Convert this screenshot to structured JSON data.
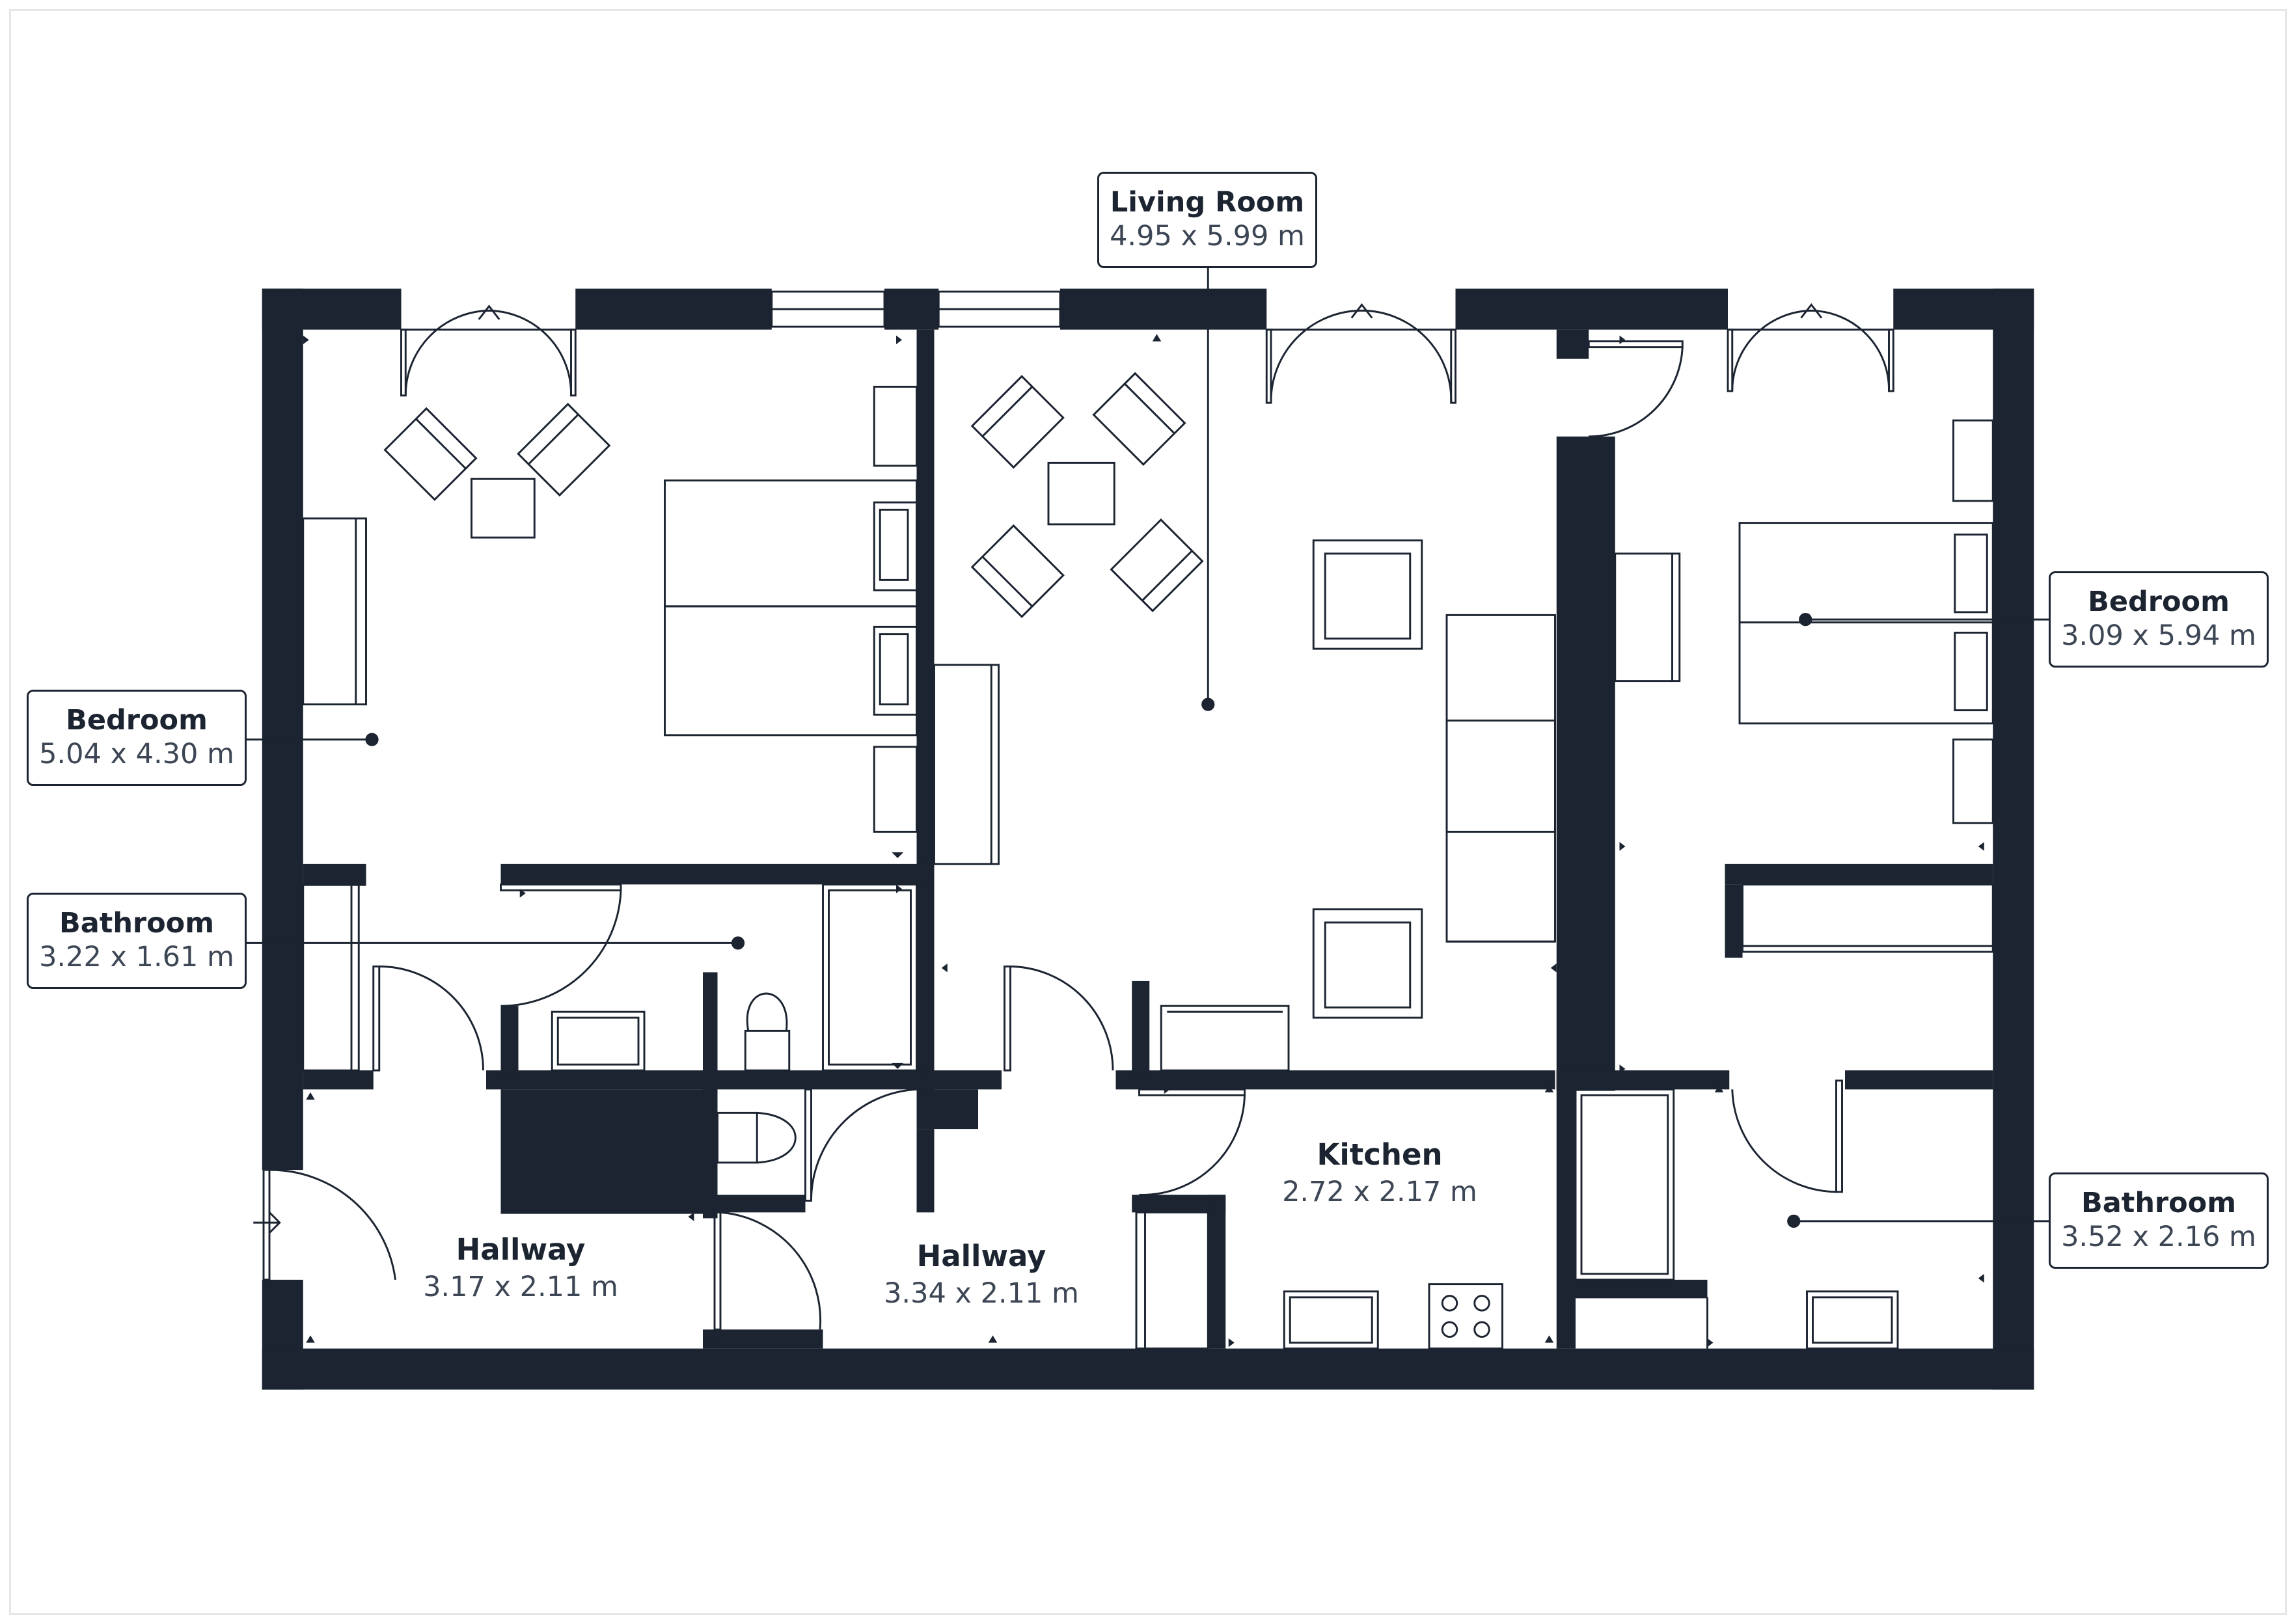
{
  "colors": {
    "wall": "#1b2430",
    "line": "#1b2430",
    "background": "#ffffff",
    "frame": "#e6e6e6"
  },
  "rooms": {
    "living_room": {
      "name": "Living Room",
      "dims": "4.95 x 5.99 m"
    },
    "bedroom_left": {
      "name": "Bedroom",
      "dims": "5.04 x 4.30 m"
    },
    "bedroom_right": {
      "name": "Bedroom",
      "dims": "3.09 x 5.94 m"
    },
    "bathroom_left": {
      "name": "Bathroom",
      "dims": "3.22 x 1.61 m"
    },
    "bathroom_right": {
      "name": "Bathroom",
      "dims": "3.52 x 2.16 m"
    },
    "kitchen": {
      "name": "Kitchen",
      "dims": "2.72 x 2.17 m"
    },
    "hallway_left": {
      "name": "Hallway",
      "dims": "3.17 x 2.11 m"
    },
    "hallway_right": {
      "name": "Hallway",
      "dims": "3.34 x 2.11 m"
    }
  },
  "icons": {
    "entrance": "arrow-right-icon",
    "doors": "door-swing-icon",
    "windows": "window-icon"
  }
}
